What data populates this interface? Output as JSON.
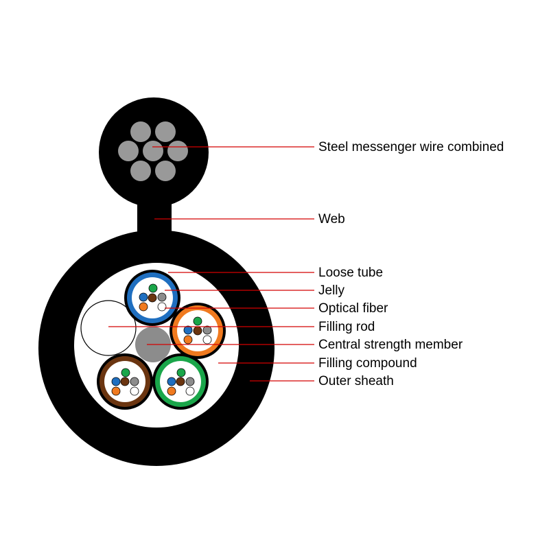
{
  "labels": {
    "steel_messenger": "Steel messenger wire combined",
    "web": "Web",
    "loose_tube": "Loose tube",
    "jelly": "Jelly",
    "optical_fiber": "Optical fiber",
    "filling_rod": "Filling rod",
    "central_strength_member": "Central strength member",
    "filling_compound": "Filling compound",
    "outer_sheath": "Outer sheath"
  },
  "colors": {
    "sheath": "#000000",
    "steel_strand": "#999999",
    "strength_member": "#8c8c8c",
    "leader_line": "#d40000",
    "tube_blue": "#1f6fc0",
    "tube_orange": "#f07a1f",
    "tube_brown": "#6b3510",
    "tube_green": "#1aa64a",
    "fiber_green": "#1aa64a",
    "fiber_blue": "#1f6fc0",
    "fiber_brown": "#6b3510",
    "fiber_gray": "#8c8c8c",
    "fiber_orange": "#f07a1f",
    "fiber_white": "#ffffff"
  }
}
